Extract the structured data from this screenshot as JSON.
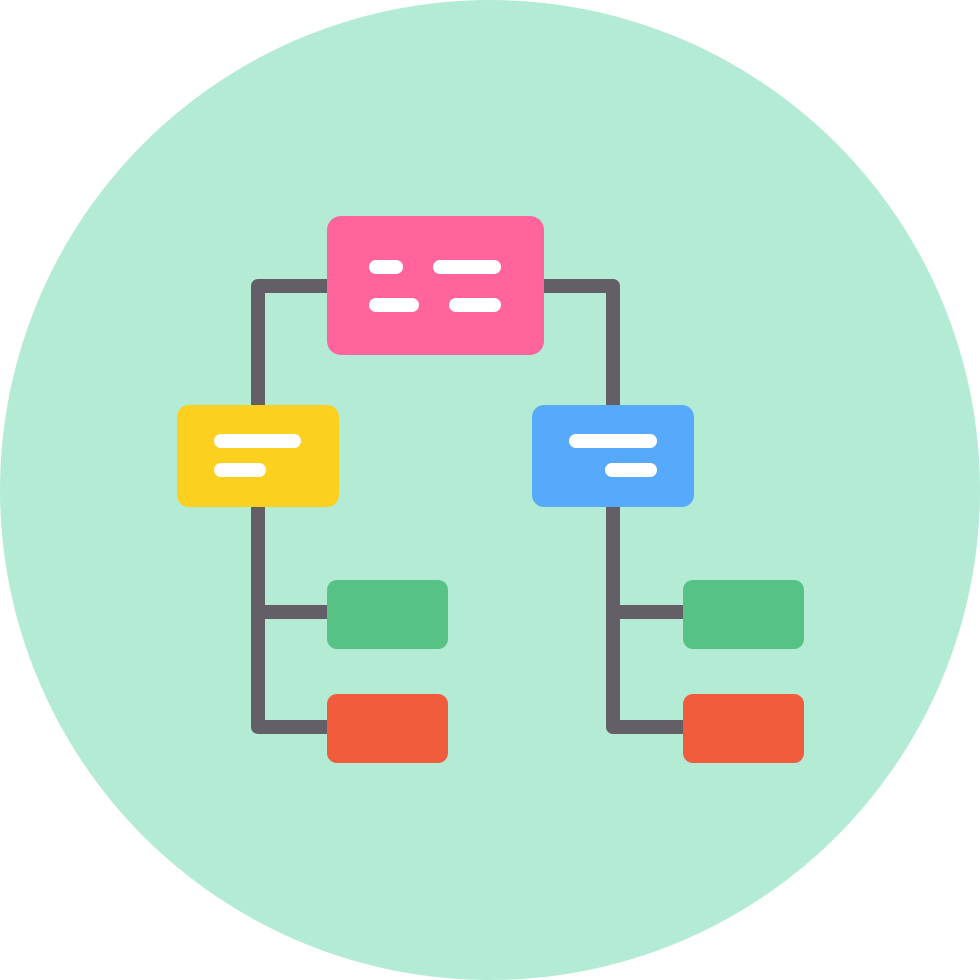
{
  "icon": {
    "name": "hierarchy-flowchart-icon"
  },
  "colors": {
    "background_circle": "#b3ebd4",
    "connector": "#645f67",
    "root_node": "#ff649c",
    "left_node": "#fcd01e",
    "right_node": "#57a9fb",
    "leaf_green": "#56c385",
    "leaf_red": "#f15c3d",
    "text_lines": "#ffffff"
  },
  "nodes": {
    "root": {
      "role": "root",
      "lines": 4
    },
    "left": {
      "role": "branch",
      "lines": 2
    },
    "right": {
      "role": "branch",
      "lines": 2
    },
    "left_leaves": [
      "green",
      "red"
    ],
    "right_leaves": [
      "green",
      "red"
    ]
  }
}
